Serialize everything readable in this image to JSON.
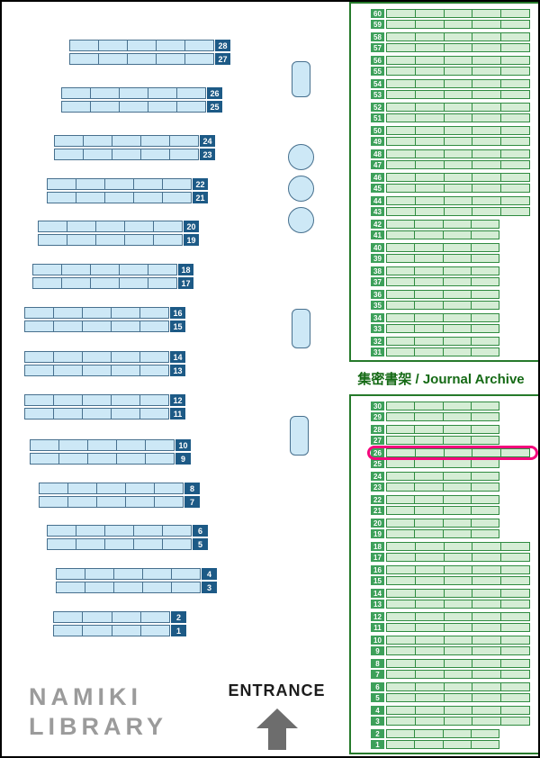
{
  "labels": {
    "library_name": [
      "NAMIKI",
      "LIBRARY"
    ],
    "entrance": "ENTRANCE",
    "archive": "集密書架 / Journal Archive"
  },
  "colors": {
    "blue_fill": "#cde8f6",
    "blue_border": "#47708e",
    "blue_tag": "#1d5a86",
    "green_fill": "#d5edd5",
    "green_border": "#2f8b40",
    "green_tag": "#3da05a",
    "panel_border": "#267a2b",
    "label_green": "#156a15",
    "highlight": "#f3077c",
    "name_gray": "#9b9b9b",
    "arrow_gray": "#6d6d6d",
    "entrance_text": "#1c1c1c"
  },
  "main_shelves": {
    "pairs": [
      {
        "upper": "28",
        "lower": "27"
      },
      {
        "upper": "26",
        "lower": "25"
      },
      {
        "upper": "24",
        "lower": "23"
      },
      {
        "upper": "22",
        "lower": "21"
      },
      {
        "upper": "20",
        "lower": "19"
      },
      {
        "upper": "18",
        "lower": "17"
      },
      {
        "upper": "16",
        "lower": "15"
      },
      {
        "upper": "14",
        "lower": "13"
      },
      {
        "upper": "12",
        "lower": "11"
      },
      {
        "upper": "10",
        "lower": "9"
      },
      {
        "upper": "8",
        "lower": "7"
      },
      {
        "upper": "6",
        "lower": "5"
      },
      {
        "upper": "4",
        "lower": "3"
      },
      {
        "upper": "2",
        "lower": "1"
      }
    ]
  },
  "journal_archive": {
    "highlighted_row": "26",
    "upper_rows": [
      {
        "n": "60",
        "len": "L"
      },
      {
        "n": "59",
        "len": "L"
      },
      {
        "n": "58",
        "len": "L"
      },
      {
        "n": "57",
        "len": "L"
      },
      {
        "n": "56",
        "len": "L"
      },
      {
        "n": "55",
        "len": "L"
      },
      {
        "n": "54",
        "len": "L"
      },
      {
        "n": "53",
        "len": "L"
      },
      {
        "n": "52",
        "len": "L"
      },
      {
        "n": "51",
        "len": "L"
      },
      {
        "n": "50",
        "len": "L"
      },
      {
        "n": "49",
        "len": "L"
      },
      {
        "n": "48",
        "len": "L"
      },
      {
        "n": "47",
        "len": "L"
      },
      {
        "n": "46",
        "len": "L"
      },
      {
        "n": "45",
        "len": "L"
      },
      {
        "n": "44",
        "len": "L"
      },
      {
        "n": "43",
        "len": "L"
      },
      {
        "n": "42",
        "len": "M"
      },
      {
        "n": "41",
        "len": "M"
      },
      {
        "n": "40",
        "len": "M"
      },
      {
        "n": "39",
        "len": "M"
      },
      {
        "n": "38",
        "len": "M"
      },
      {
        "n": "37",
        "len": "M"
      },
      {
        "n": "36",
        "len": "M"
      },
      {
        "n": "35",
        "len": "M"
      },
      {
        "n": "34",
        "len": "M"
      },
      {
        "n": "33",
        "len": "M"
      },
      {
        "n": "32",
        "len": "M"
      },
      {
        "n": "31",
        "len": "M"
      }
    ],
    "lower_rows": [
      {
        "n": "30",
        "len": "M"
      },
      {
        "n": "29",
        "len": "M"
      },
      {
        "n": "28",
        "len": "M"
      },
      {
        "n": "27",
        "len": "M"
      },
      {
        "n": "26",
        "len": "L"
      },
      {
        "n": "25",
        "len": "M"
      },
      {
        "n": "24",
        "len": "M"
      },
      {
        "n": "23",
        "len": "M"
      },
      {
        "n": "22",
        "len": "M"
      },
      {
        "n": "21",
        "len": "M"
      },
      {
        "n": "20",
        "len": "M"
      },
      {
        "n": "19",
        "len": "M"
      },
      {
        "n": "18",
        "len": "L"
      },
      {
        "n": "17",
        "len": "L"
      },
      {
        "n": "16",
        "len": "L"
      },
      {
        "n": "15",
        "len": "L"
      },
      {
        "n": "14",
        "len": "L"
      },
      {
        "n": "13",
        "len": "L"
      },
      {
        "n": "12",
        "len": "L"
      },
      {
        "n": "11",
        "len": "L"
      },
      {
        "n": "10",
        "len": "L"
      },
      {
        "n": "9",
        "len": "L"
      },
      {
        "n": "8",
        "len": "L"
      },
      {
        "n": "7",
        "len": "L"
      },
      {
        "n": "6",
        "len": "L"
      },
      {
        "n": "5",
        "len": "L"
      },
      {
        "n": "4",
        "len": "L"
      },
      {
        "n": "3",
        "len": "L"
      },
      {
        "n": "2",
        "len": "M"
      },
      {
        "n": "1",
        "len": "M"
      }
    ]
  }
}
